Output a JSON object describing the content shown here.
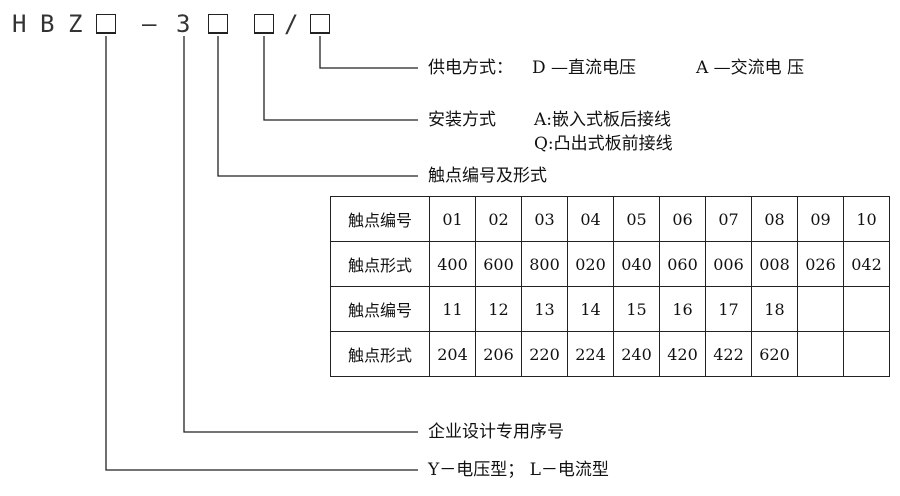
{
  "model": {
    "h": "H",
    "b": "B",
    "z": "Z",
    "dash": "—",
    "three": "3",
    "slash": "/"
  },
  "power": {
    "label": "供电方式：",
    "d_option": "D —直流电压",
    "a_option": "A —交流电 压"
  },
  "install": {
    "label": "安装方式",
    "a_option": "A:嵌入式板后接线",
    "q_option": "Q:凸出式板前接线"
  },
  "contact_caption": "触点编号及形式",
  "table": {
    "rows": [
      {
        "header": "触点编号",
        "cells": [
          "01",
          "02",
          "03",
          "04",
          "05",
          "06",
          "07",
          "08",
          "09",
          "10"
        ]
      },
      {
        "header": "触点形式",
        "cells": [
          "400",
          "600",
          "800",
          "020",
          "040",
          "060",
          "006",
          "008",
          "026",
          "042"
        ]
      },
      {
        "header": "触点编号",
        "cells": [
          "11",
          "12",
          "13",
          "14",
          "15",
          "16",
          "17",
          "18",
          "",
          ""
        ]
      },
      {
        "header": "触点形式",
        "cells": [
          "204",
          "206",
          "220",
          "224",
          "240",
          "420",
          "422",
          "620",
          "",
          ""
        ]
      }
    ]
  },
  "serial_caption": "企业设计专用序号",
  "type_caption": "Y－电压型；  L－电流型",
  "colors": {
    "line": "#222222",
    "text": "#111111"
  }
}
